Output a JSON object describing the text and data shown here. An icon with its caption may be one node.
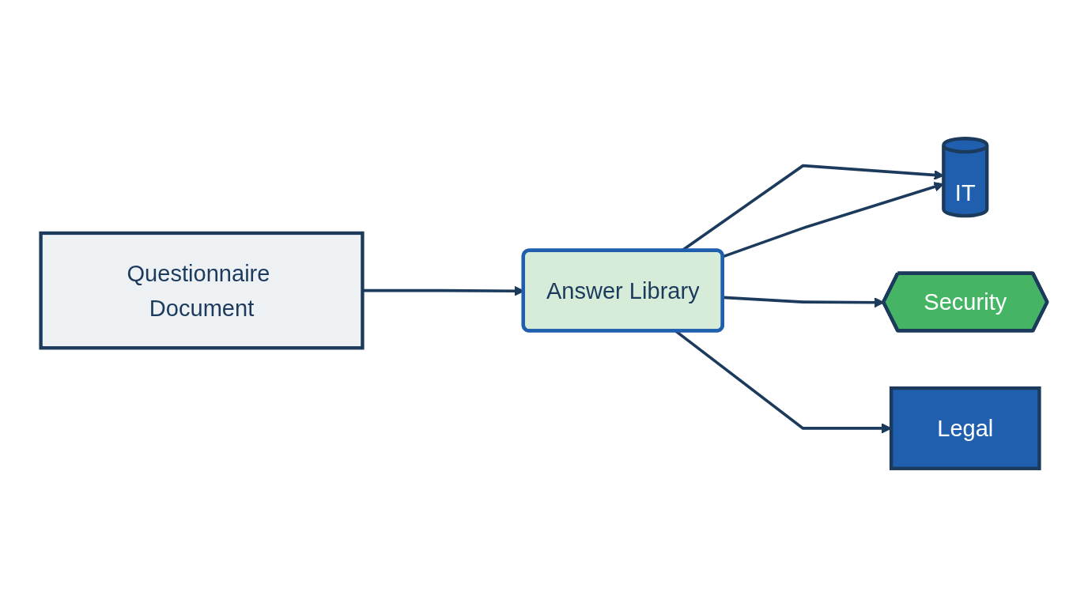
{
  "diagram": {
    "nodes": [
      {
        "text": [
          "Questionnaire Document"
        ]
      },
      {
        "text": [
          "Answer Library"
        ]
      },
      {
        "text": [
          "IT"
        ]
      },
      {
        "text": [
          "Security"
        ]
      },
      {
        "text": [
          "Legal"
        ]
      }
    ],
    "edges": [
      {
        "from": 0,
        "to": 1,
        "arrow": "to"
      },
      {
        "from": 1,
        "to": 2,
        "arrow": "to"
      },
      {
        "from": 1,
        "to": 2,
        "arrow": "to"
      },
      {
        "from": 1,
        "to": 3,
        "arrow": "to"
      },
      {
        "from": 1,
        "to": 4,
        "arrow": "to"
      }
    ]
  }
}
